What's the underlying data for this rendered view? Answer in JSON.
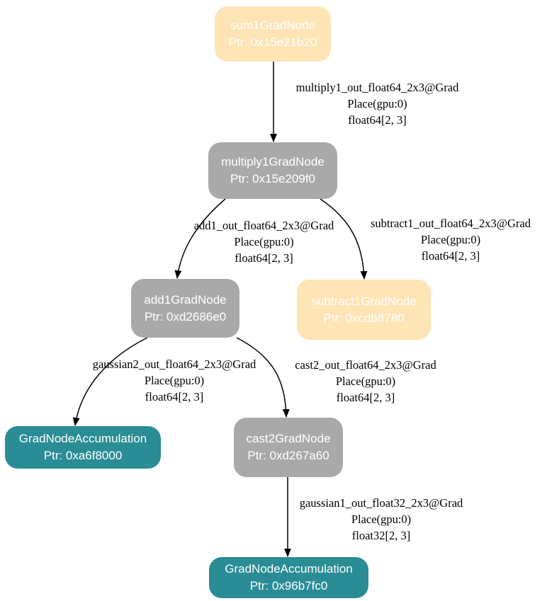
{
  "graph": {
    "nodes": [
      {
        "id": "sum1",
        "label": "sum1GradNode",
        "ptr": "Ptr: 0x15e21b20",
        "role": "pending",
        "fill": "#FFE4B5"
      },
      {
        "id": "multiply1",
        "label": "multiply1GradNode",
        "ptr": "Ptr: 0x15e209f0",
        "role": "grad",
        "fill": "#A9A9A9"
      },
      {
        "id": "add1",
        "label": "add1GradNode",
        "ptr": "Ptr: 0xd2686e0",
        "role": "grad",
        "fill": "#A9A9A9"
      },
      {
        "id": "subtract1",
        "label": "subtract1GradNode",
        "ptr": "Ptr: 0xcdb8780",
        "role": "pending",
        "fill": "#FFE4B5"
      },
      {
        "id": "accum_left",
        "label": "GradNodeAccumulation",
        "ptr": "Ptr: 0xa6f8000",
        "role": "accumulation",
        "fill": "#2A8C95"
      },
      {
        "id": "cast2",
        "label": "cast2GradNode",
        "ptr": "Ptr: 0xd267a60",
        "role": "grad",
        "fill": "#A9A9A9"
      },
      {
        "id": "accum_bottom",
        "label": "GradNodeAccumulation",
        "ptr": "Ptr: 0x96b7fc0",
        "role": "accumulation",
        "fill": "#2A8C95"
      }
    ],
    "edges": [
      {
        "from": "sum1",
        "to": "multiply1",
        "tensor": "multiply1_out_float64_2x3@Grad",
        "place": "Place(gpu:0)",
        "dtype": "float64[2, 3]"
      },
      {
        "from": "multiply1",
        "to": "add1",
        "tensor": "add1_out_float64_2x3@Grad",
        "place": "Place(gpu:0)",
        "dtype": "float64[2, 3]"
      },
      {
        "from": "multiply1",
        "to": "subtract1",
        "tensor": "subtract1_out_float64_2x3@Grad",
        "place": "Place(gpu:0)",
        "dtype": "float64[2, 3]"
      },
      {
        "from": "add1",
        "to": "accum_left",
        "tensor": "gaussian2_out_float64_2x3@Grad",
        "place": "Place(gpu:0)",
        "dtype": "float64[2, 3]"
      },
      {
        "from": "add1",
        "to": "cast2",
        "tensor": "cast2_out_float64_2x3@Grad",
        "place": "Place(gpu:0)",
        "dtype": "float64[2, 3]"
      },
      {
        "from": "cast2",
        "to": "accum_bottom",
        "tensor": "gaussian1_out_float32_2x3@Grad",
        "place": "Place(gpu:0)",
        "dtype": "float32[2, 3]"
      }
    ],
    "colors": {
      "pending_node": "#FFE4B5",
      "grad_node": "#A9A9A9",
      "accumulation_node": "#2A8C95",
      "node_text": "#FFFFFF",
      "edge_text": "#000000",
      "edge_line": "#000000",
      "background": "#FFFFFF"
    }
  }
}
